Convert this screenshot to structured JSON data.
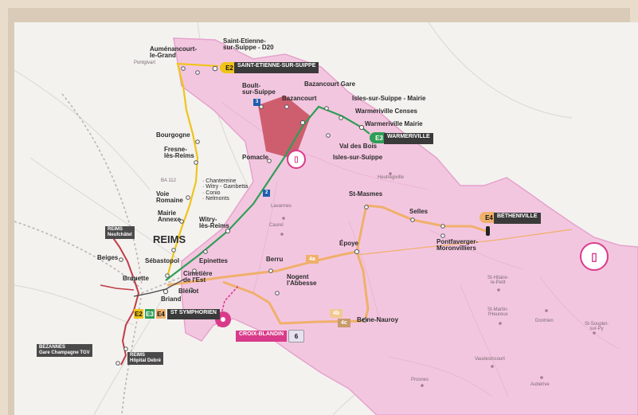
{
  "colors": {
    "zone": "#f3c6e0",
    "zone_edge": "#e6a2cb",
    "e2": "#f0c419",
    "e3": "#2f9e55",
    "e4": "#efb06b",
    "line6": "#d93b8a",
    "red": "#c23b48",
    "tag_dark": "#3a3a3a"
  },
  "lines": {
    "e2": {
      "code": "E2",
      "terminus": "SAINT-ETIENNE-SUR-SUIPPE"
    },
    "e3": {
      "code": "E3",
      "terminus": "WARMERIVILLE"
    },
    "e4": {
      "code": "E4",
      "terminus": "BÉTHENIVILLE"
    },
    "line6": {
      "terminus": "CROIX-BLANDIN",
      "code": "6"
    },
    "start": {
      "e2": "E2",
      "e3": "E3",
      "e4": "E4",
      "label": "ST SYMPHORIEN"
    },
    "segments": {
      "s4a": "4a",
      "s4b": "4b",
      "s4c": "4c"
    },
    "m3": "3",
    "m2": "2"
  },
  "places": {
    "reims": "REIMS",
    "aumenancourt": "Auménancourt-\nle-Grand",
    "st_etienne_d20": "Saint-Etienne-\nsur-Suippe - D20",
    "pontgivart": "Pontgivart",
    "boult": "Boult-\nsur-Suippe",
    "bazancourt_gare": "Bazancourt Gare",
    "bazancourt": "Bazancourt",
    "isles_mairie": "Isles-sur-Suippe - Mairie",
    "warm_censes": "Warmeriville Censes",
    "warm_mairie": "Warmeriville Mairie",
    "val_des_bois": "Val des Bois",
    "isles": "Isles-sur-Suippe",
    "bourgogne": "Bourgogne",
    "fresne": "Fresne-\nlès-Reims",
    "pomacle": "Pomacle",
    "ba112": "BA 112",
    "chantereine": "· Chantereine\n· Witry - Gambetta\n· Conio\n· Nelmonts",
    "voie_romaine": "Voie\nRomaine",
    "mairie_annexe": "Mairie\nAnnexe",
    "witry": "Witry-\nlès-Reims",
    "heutregiville": "Heutrégiville",
    "st_masmes": "St-Masmes",
    "selles": "Selles",
    "lavannes": "Lavannes",
    "caurel": "Caurel",
    "epoye": "Époye",
    "pontfaverger": "Pontfaverger-\nMoronvilliers",
    "beiges": "Beiges",
    "sebastopol": "Sébastopol",
    "epinettes": "Epinettes",
    "berru": "Berru",
    "brouette": "Brouette",
    "cimetiere": "Cimetière\nde l'Est",
    "briand": "Briand",
    "bleriot": "Blériot",
    "nogent": "Nogent\nl'Abbesse",
    "beine": "Beine-Nauroy",
    "st_hilaire": "St-Hilaire-\nle-Petit",
    "st_martin": "St-Martin-\nl'Heureux",
    "dontrien": "Dontrien",
    "st_souplet": "St-Souplet-\nsur-Py",
    "vaudesincourt": "Vaudesincourt",
    "prosnes": "Prosnes",
    "auberive": "Aubérive"
  },
  "stations": {
    "neufchatel": "REIMS\nNeufchâtel",
    "bezannes": "BEZANNES\nGare Champagne TGV",
    "debre": "REIMS\nHôpital Debré"
  }
}
